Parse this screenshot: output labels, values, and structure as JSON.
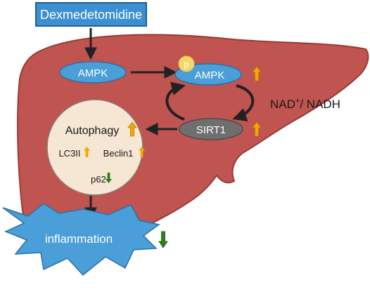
{
  "diagram": {
    "drug_box": {
      "label": "Dexmedetomidine"
    },
    "ampk_inactive": {
      "label": "AMPK"
    },
    "ampk_active": {
      "label": "AMPK",
      "phospho_label": "p"
    },
    "cycle_label": {
      "text_main": "NAD",
      "text_sup": "+",
      "text_tail": "/ NADH"
    },
    "sirt1": {
      "label": "SIRT1"
    },
    "autophagy_circle": {
      "title": "Autophagy",
      "lc3": "LC3II",
      "beclin": "Beclin1",
      "p62": "p62"
    },
    "inflammation": {
      "label": "inflammation"
    }
  },
  "colors": {
    "liver": "#c05450",
    "liver_edge": "#9a3a36",
    "blue_node": "#4a9fd8",
    "box_fill": "#3c8fd0",
    "box_edge": "#1e5f99",
    "sirt1_fill": "#6f6f6f",
    "autophagy_fill": "#f6e6d4",
    "up_arrow": "#f5a700",
    "down_arrow": "#2f7d1f",
    "phospho": "#f7d66a",
    "arrow": "#222222"
  },
  "icons": {
    "up": "up-arrow-icon",
    "down": "down-arrow-icon"
  }
}
